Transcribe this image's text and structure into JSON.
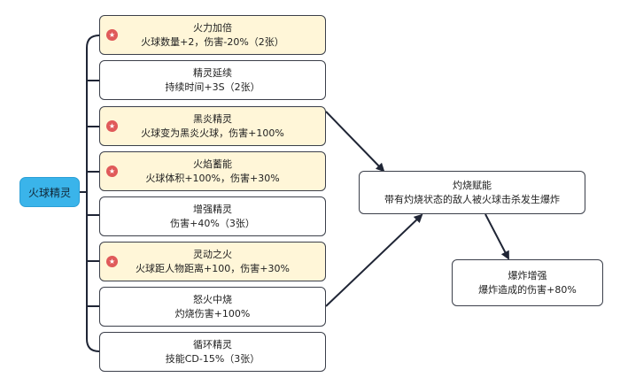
{
  "root": {
    "label": "火球精灵"
  },
  "branches": [
    {
      "title": "火力加倍",
      "desc": "火球数量+2，伤害-20%（2张）",
      "highlight": true
    },
    {
      "title": "精灵延续",
      "desc": "持续时间+3S（2张）",
      "highlight": false
    },
    {
      "title": "黑炎精灵",
      "desc": "火球变为黑炎火球，伤害+100%",
      "highlight": true
    },
    {
      "title": "火焰蓄能",
      "desc": "火球体积+100%，伤害+30%",
      "highlight": true
    },
    {
      "title": "增强精灵",
      "desc": "伤害+40%（3张）",
      "highlight": false
    },
    {
      "title": "灵动之火",
      "desc": "火球距人物距离+100，伤害+30%",
      "highlight": true
    },
    {
      "title": "怒火中烧",
      "desc": "灼烧伤害+100%",
      "highlight": false
    },
    {
      "title": "循环精灵",
      "desc": "技能CD-15%（3张）",
      "highlight": false
    }
  ],
  "combo": {
    "title": "灼烧赋能",
    "desc": "带有灼烧状态的敌人被火球击杀发生爆炸"
  },
  "result": {
    "title": "爆炸增强",
    "desc": "爆炸造成的伤害+80%"
  },
  "colors": {
    "root_fill": "#3ab4ea",
    "highlight_fill": "#fff6d8",
    "star_badge": "#e05a5a",
    "line": "#1f2535"
  },
  "icons": {
    "highlight_marker": "star-badge-icon"
  }
}
